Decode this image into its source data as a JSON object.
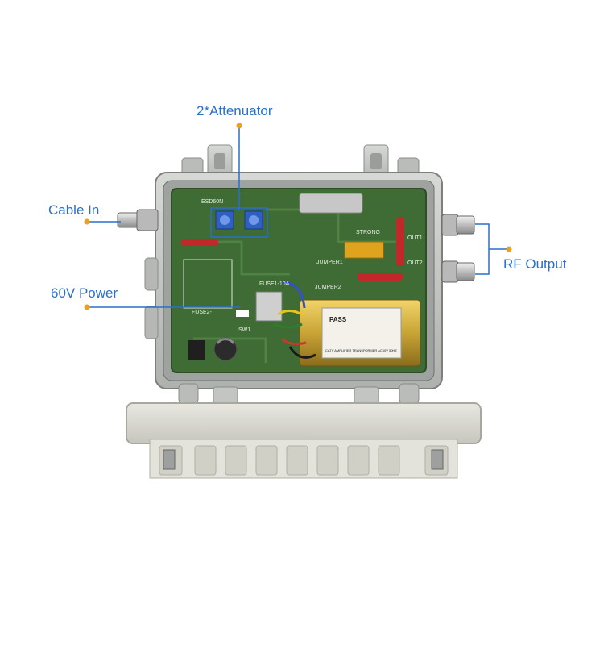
{
  "labels": {
    "attenuator": "2*Attenuator",
    "cable_in": "Cable In",
    "power": "60V Power",
    "rf_output": "RF Output"
  },
  "pcb_markings": {
    "model": "ESD60N",
    "brand": "STRONG",
    "out1": "OUT1",
    "out2": "OUT2",
    "jumper1": "JUMPER1",
    "jumper2": "JUMPER2",
    "fuse1": "FUSE1-10A",
    "fuse2": "FUSE2-",
    "sw1": "SW1",
    "transformer_brand": "PASS",
    "transformer_text": "CATV AMPLIFIER TRANSFORMER AC60V 50HZ"
  },
  "colors": {
    "annotation": "#2a6fc9",
    "pcb_green": "#3f6b35",
    "housing": "#c9ccc8",
    "lid": "#dcdbd2"
  }
}
